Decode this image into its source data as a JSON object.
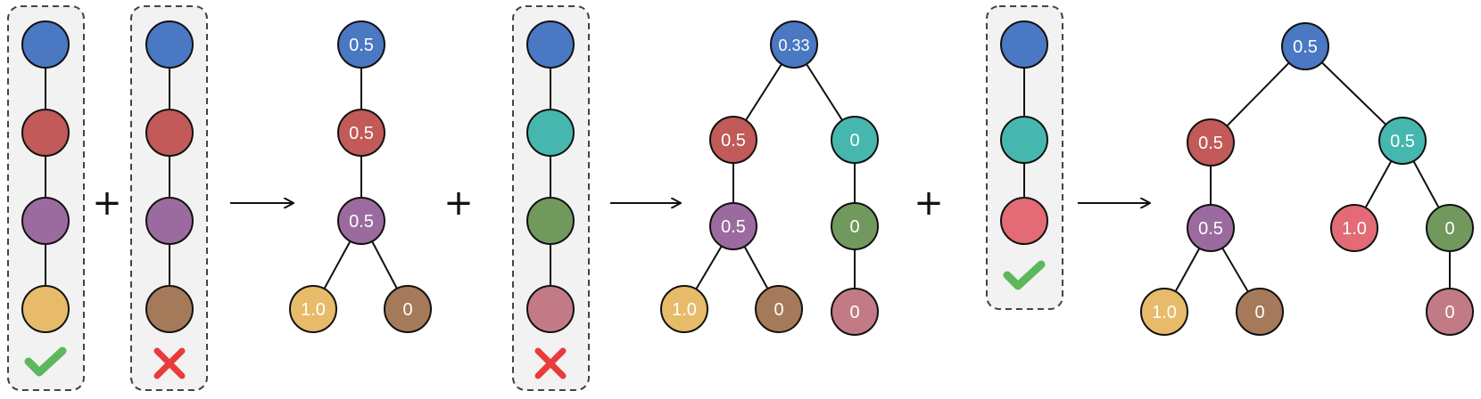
{
  "colors": {
    "blue": "#4a78c2",
    "red": "#c15a58",
    "purple": "#9b6b9f",
    "yellow": "#e7bb6a",
    "brown": "#a57a5a",
    "teal": "#45b7ae",
    "green": "#71995e",
    "pink": "#c27b86",
    "salmon": "#e26b76",
    "check": "#5cb85c",
    "cross": "#e83c3c",
    "panel": "#f2f2f2",
    "stroke": "#111111"
  },
  "operators": {
    "plus": "+",
    "arrow": "→"
  },
  "paths": [
    {
      "nodes": [
        "blue",
        "red",
        "purple",
        "yellow"
      ],
      "result": "check"
    },
    {
      "nodes": [
        "blue",
        "red",
        "purple",
        "brown"
      ],
      "result": "cross"
    },
    {
      "nodes": [
        "blue",
        "teal",
        "green",
        "pink"
      ],
      "result": "cross"
    },
    {
      "nodes": [
        "blue",
        "teal",
        "salmon"
      ],
      "result": "check"
    }
  ],
  "trees": {
    "t1": {
      "root": "0.5",
      "n_red": "0.5",
      "n_purple": "0.5",
      "n_yellow": "1.0",
      "n_brown": "0"
    },
    "t2": {
      "root": "0.33",
      "n_red": "0.5",
      "n_purple": "0.5",
      "n_yellow": "1.0",
      "n_brown": "0",
      "n_teal": "0",
      "n_green": "0",
      "n_pink": "0"
    },
    "t3": {
      "root": "0.5",
      "n_red": "0.5",
      "n_purple": "0.5",
      "n_yellow": "1.0",
      "n_brown": "0",
      "n_teal": "0.5",
      "n_salmon": "1.0",
      "n_green": "0",
      "n_pink": "0"
    }
  }
}
